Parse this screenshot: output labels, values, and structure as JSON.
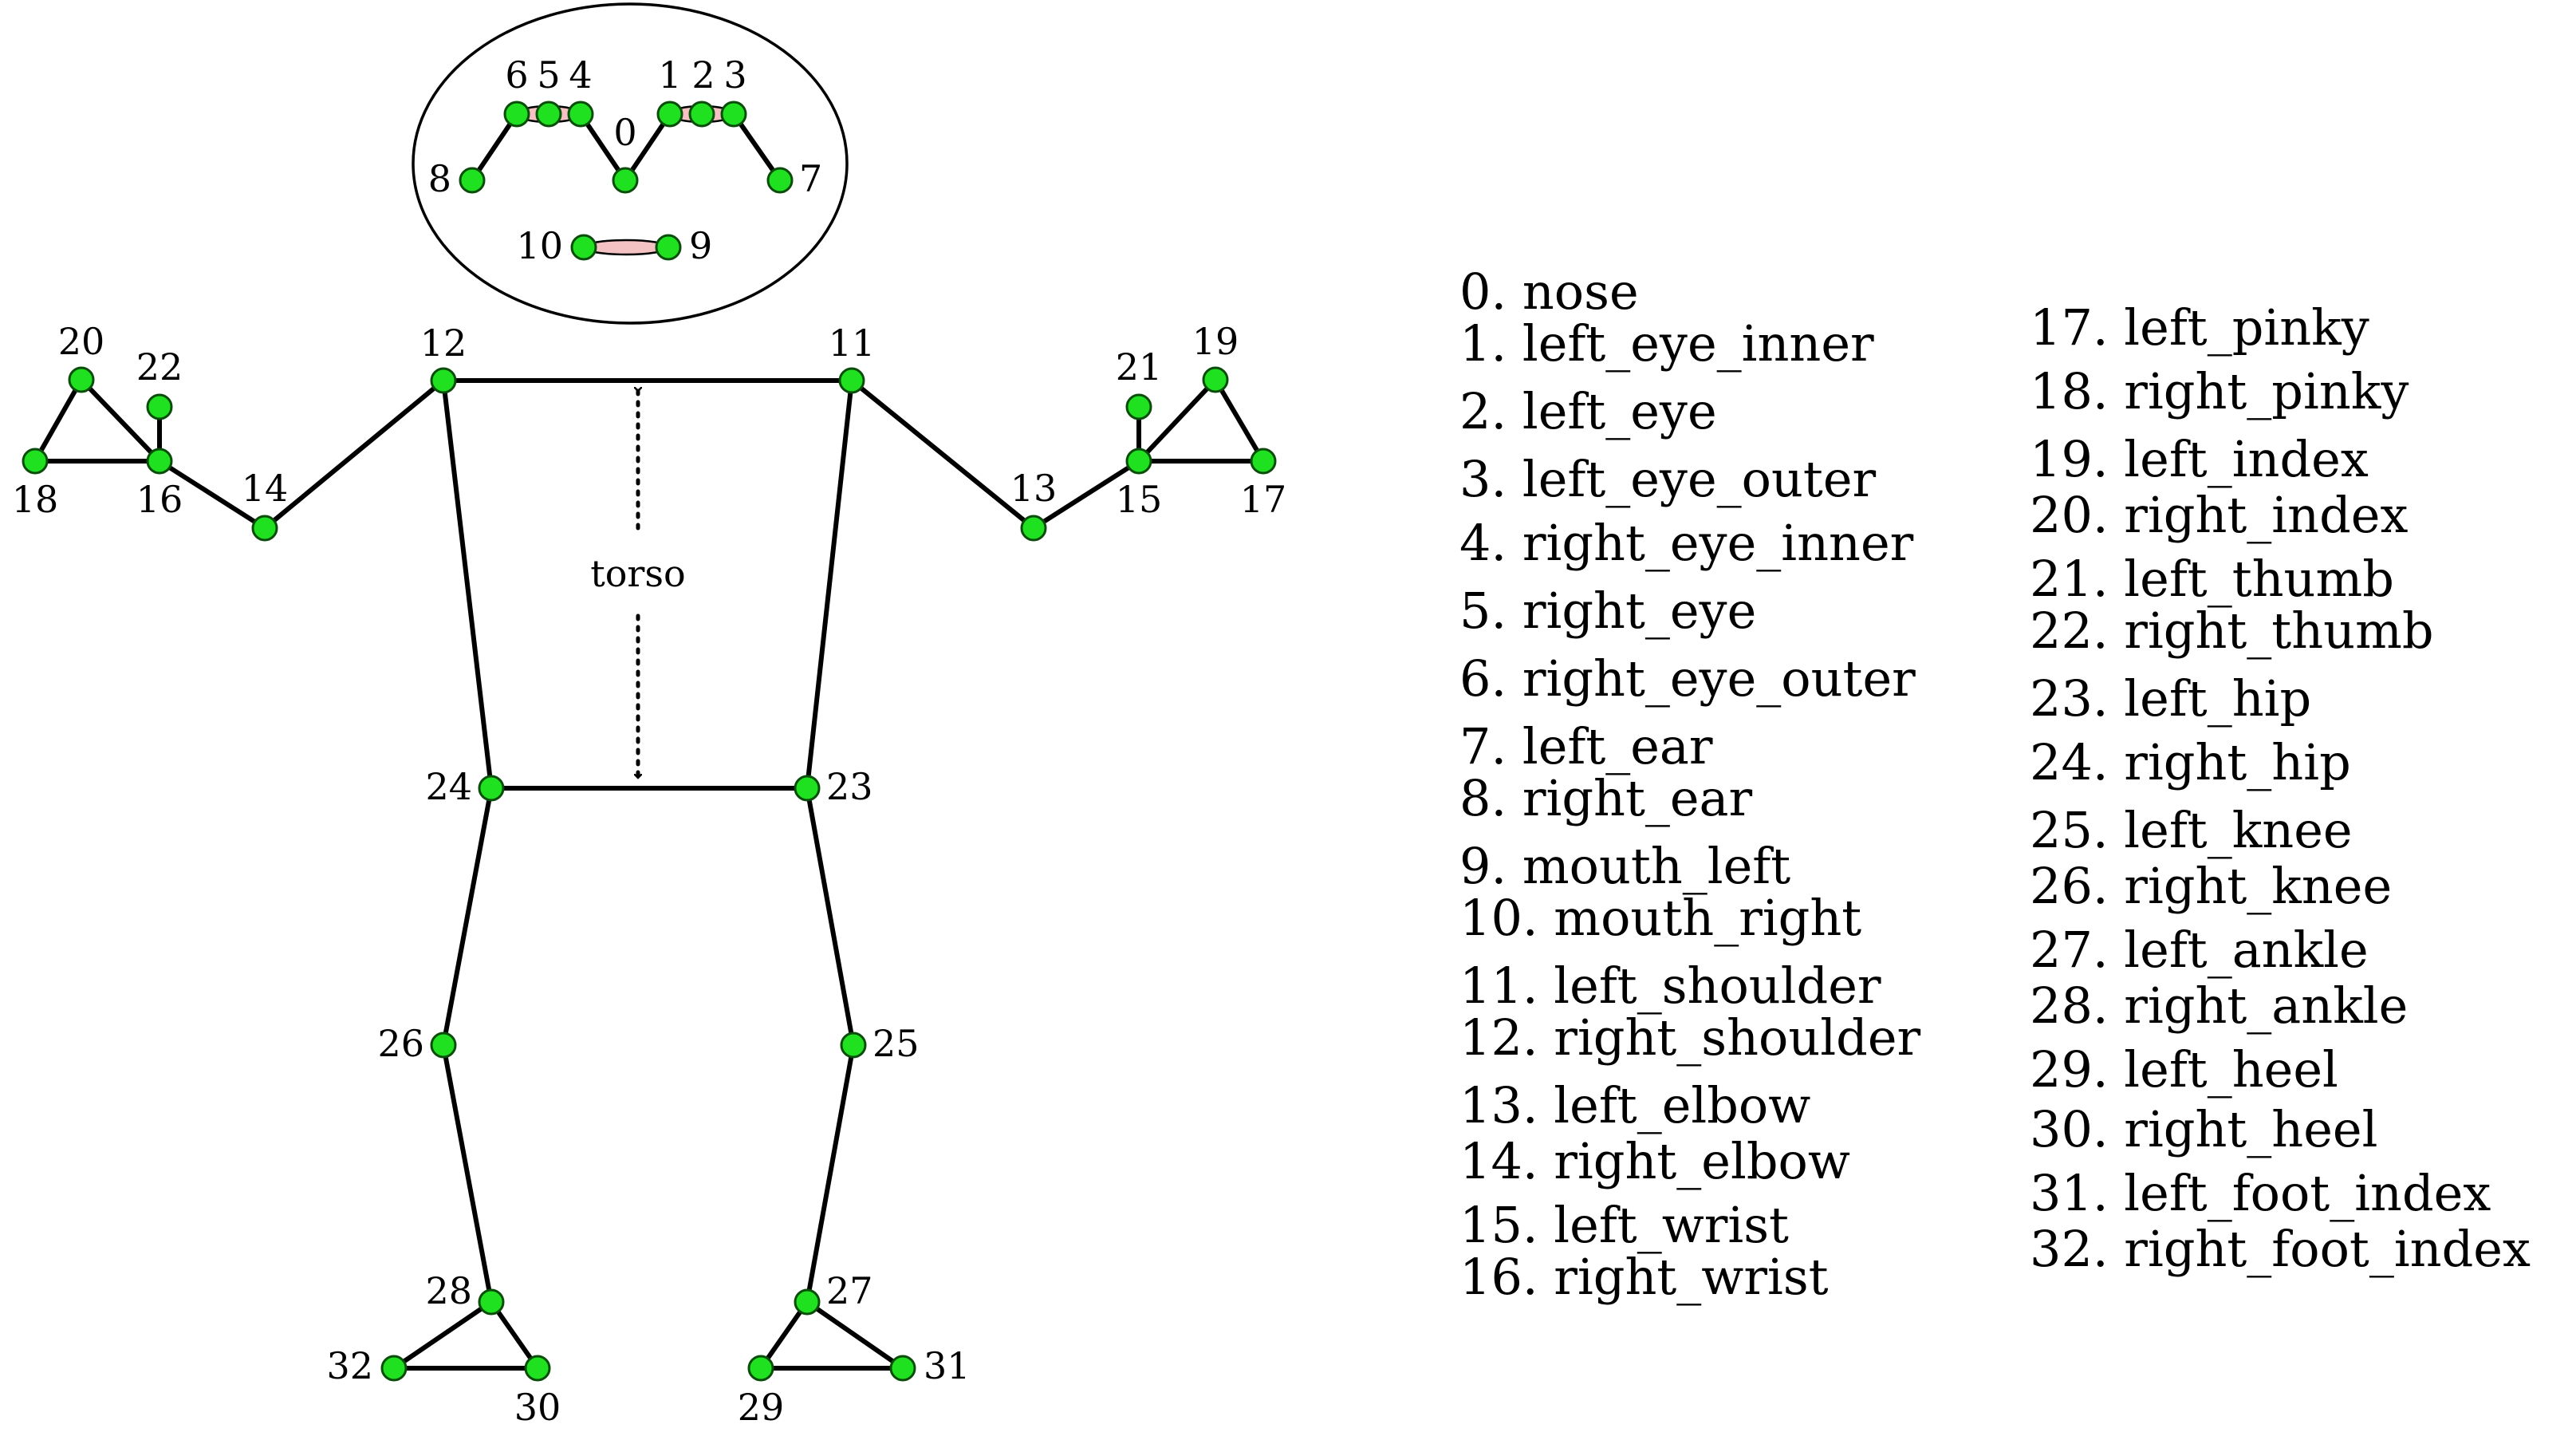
{
  "colors": {
    "joint_fill": "#1fe11f",
    "joint_stroke": "#0a4d0a",
    "bone": "#000000",
    "lip": "#f4c2c2",
    "eye": "#f4c2c2"
  },
  "torso_label": "torso",
  "landmarks": [
    {
      "id": 0,
      "number": "0",
      "name": "nose",
      "legend": "0. nose"
    },
    {
      "id": 1,
      "number": "1",
      "name": "left_eye_inner",
      "legend": "1. left_eye_inner"
    },
    {
      "id": 2,
      "number": "2",
      "name": "left_eye",
      "legend": "2. left_eye"
    },
    {
      "id": 3,
      "number": "3",
      "name": "left_eye_outer",
      "legend": "3. left_eye_outer"
    },
    {
      "id": 4,
      "number": "4",
      "name": "right_eye_inner",
      "legend": "4. right_eye_inner"
    },
    {
      "id": 5,
      "number": "5",
      "name": "right_eye",
      "legend": "5. right_eye"
    },
    {
      "id": 6,
      "number": "6",
      "name": "right_eye_outer",
      "legend": "6. right_eye_outer"
    },
    {
      "id": 7,
      "number": "7",
      "name": "left_ear",
      "legend": "7. left_ear"
    },
    {
      "id": 8,
      "number": "8",
      "name": "right_ear",
      "legend": "8. right_ear"
    },
    {
      "id": 9,
      "number": "9",
      "name": "mouth_left",
      "legend": "9. mouth_left"
    },
    {
      "id": 10,
      "number": "10",
      "name": "mouth_right",
      "legend": "10. mouth_right"
    },
    {
      "id": 11,
      "number": "11",
      "name": "left_shoulder",
      "legend": "11. left_shoulder"
    },
    {
      "id": 12,
      "number": "12",
      "name": "right_shoulder",
      "legend": "12. right_shoulder"
    },
    {
      "id": 13,
      "number": "13",
      "name": "left_elbow",
      "legend": "13. left_elbow"
    },
    {
      "id": 14,
      "number": "14",
      "name": "right_elbow",
      "legend": "14. right_elbow"
    },
    {
      "id": 15,
      "number": "15",
      "name": "left_wrist",
      "legend": "15. left_wrist"
    },
    {
      "id": 16,
      "number": "16",
      "name": "right_wrist",
      "legend": "16. right_wrist"
    },
    {
      "id": 17,
      "number": "17",
      "name": "left_pinky",
      "legend": "17. left_pinky"
    },
    {
      "id": 18,
      "number": "18",
      "name": "right_pinky",
      "legend": "18. right_pinky"
    },
    {
      "id": 19,
      "number": "19",
      "name": "left_index",
      "legend": "19. left_index"
    },
    {
      "id": 20,
      "number": "20",
      "name": "right_index",
      "legend": "20. right_index"
    },
    {
      "id": 21,
      "number": "21",
      "name": "left_thumb",
      "legend": "21. left_thumb"
    },
    {
      "id": 22,
      "number": "22",
      "name": "right_thumb",
      "legend": "22. right_thumb"
    },
    {
      "id": 23,
      "number": "23",
      "name": "left_hip",
      "legend": "23. left_hip"
    },
    {
      "id": 24,
      "number": "24",
      "name": "right_hip",
      "legend": "24. right_hip"
    },
    {
      "id": 25,
      "number": "25",
      "name": "left_knee",
      "legend": "25. left_knee"
    },
    {
      "id": 26,
      "number": "26",
      "name": "right_knee",
      "legend": "26. right_knee"
    },
    {
      "id": 27,
      "number": "27",
      "name": "left_ankle",
      "legend": "27. left_ankle"
    },
    {
      "id": 28,
      "number": "28",
      "name": "right_ankle",
      "legend": "28. right_ankle"
    },
    {
      "id": 29,
      "number": "29",
      "name": "left_heel",
      "legend": "29. left_heel"
    },
    {
      "id": 30,
      "number": "30",
      "name": "right_heel",
      "legend": "30. right_heel"
    },
    {
      "id": 31,
      "number": "31",
      "name": "left_foot_index",
      "legend": "31. left_foot_index"
    },
    {
      "id": 32,
      "number": "32",
      "name": "right_foot_index",
      "legend": "32. right_foot_index"
    }
  ],
  "connections": [
    [
      8,
      6
    ],
    [
      4,
      0
    ],
    [
      0,
      1
    ],
    [
      3,
      7
    ],
    [
      12,
      11
    ],
    [
      12,
      24
    ],
    [
      11,
      23
    ],
    [
      24,
      23
    ],
    [
      12,
      14
    ],
    [
      14,
      16
    ],
    [
      16,
      18
    ],
    [
      18,
      20
    ],
    [
      20,
      16
    ],
    [
      16,
      22
    ],
    [
      11,
      13
    ],
    [
      13,
      15
    ],
    [
      15,
      17
    ],
    [
      17,
      19
    ],
    [
      19,
      15
    ],
    [
      15,
      21
    ],
    [
      24,
      26
    ],
    [
      26,
      28
    ],
    [
      28,
      32
    ],
    [
      32,
      30
    ],
    [
      30,
      28
    ],
    [
      23,
      25
    ],
    [
      25,
      27
    ],
    [
      27,
      31
    ],
    [
      31,
      29
    ],
    [
      29,
      27
    ]
  ]
}
